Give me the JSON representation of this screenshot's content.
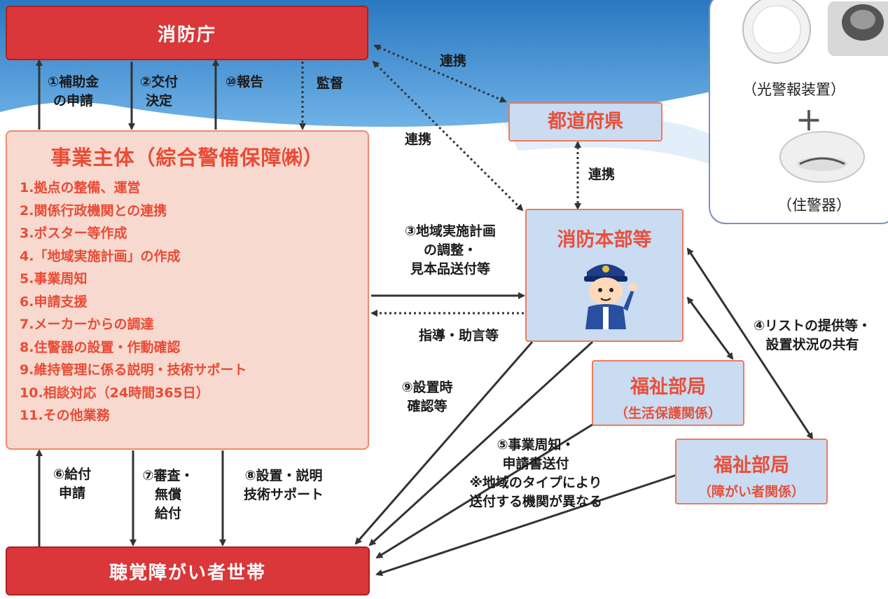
{
  "agency": {
    "label": "消防庁"
  },
  "prefecture": {
    "label": "都道府県"
  },
  "fire_hq": {
    "label": "消防本部等"
  },
  "welfare_1": {
    "title": "福祉部局",
    "sub": "（生活保護関係）"
  },
  "welfare_2": {
    "title": "福祉部局",
    "sub": "（障がい者関係）"
  },
  "households": {
    "label": "聴覚障がい者世帯"
  },
  "operator": {
    "title": "事業主体（綜合警備保障㈱）",
    "tasks": [
      "1.拠点の整備、運営",
      "2.関係行政機関との連携",
      "3.ポスター等作成",
      "4.「地域実施計画」の作成",
      "5.事業周知",
      "6.申請支援",
      "7.メーカーからの調達",
      "8.住警器の設置・作動確認",
      "9.維持管理に係る説明・技術サポート",
      "10.相談対応（24時間365日）",
      "11.その他業務"
    ]
  },
  "labels": {
    "l1a": "①補助金",
    "l1b": "の申請",
    "l2a": "②交付",
    "l2b": "決定",
    "l10": "⑩報告",
    "supervision": "監督",
    "coop1": "連携",
    "coop2": "連携",
    "coop3": "連携",
    "l3a": "③地域実施計画",
    "l3b": "の調整・",
    "l3c": "見本品送付等",
    "guidance": "指導・助言等",
    "l4a": "④リストの提供等・",
    "l4b": "設置状況の共有",
    "l9a": "⑨設置時",
    "l9b": "確認等",
    "l5a": "⑤事業周知・",
    "l5b": "申請書送付",
    "l5c": "※地域のタイプにより",
    "l5d": "送付する機関が異なる",
    "l6a": "⑥給付",
    "l6b": "申請",
    "l7a": "⑦審査・",
    "l7b": "無償",
    "l7c": "給付",
    "l8a": "⑧設置・説明",
    "l8b": "技術サポート"
  },
  "devices": {
    "light_alarm": "（光警報装置）",
    "plus": "＋",
    "smoke_alarm": "（住警器）"
  },
  "colors": {
    "red_box": "#d9373a",
    "pink_box": "#f7d9cf",
    "blue_box": "#c9dcf2",
    "accent_text": "#e94b35",
    "sky": "#2f7fc4",
    "arrow": "#333333"
  }
}
